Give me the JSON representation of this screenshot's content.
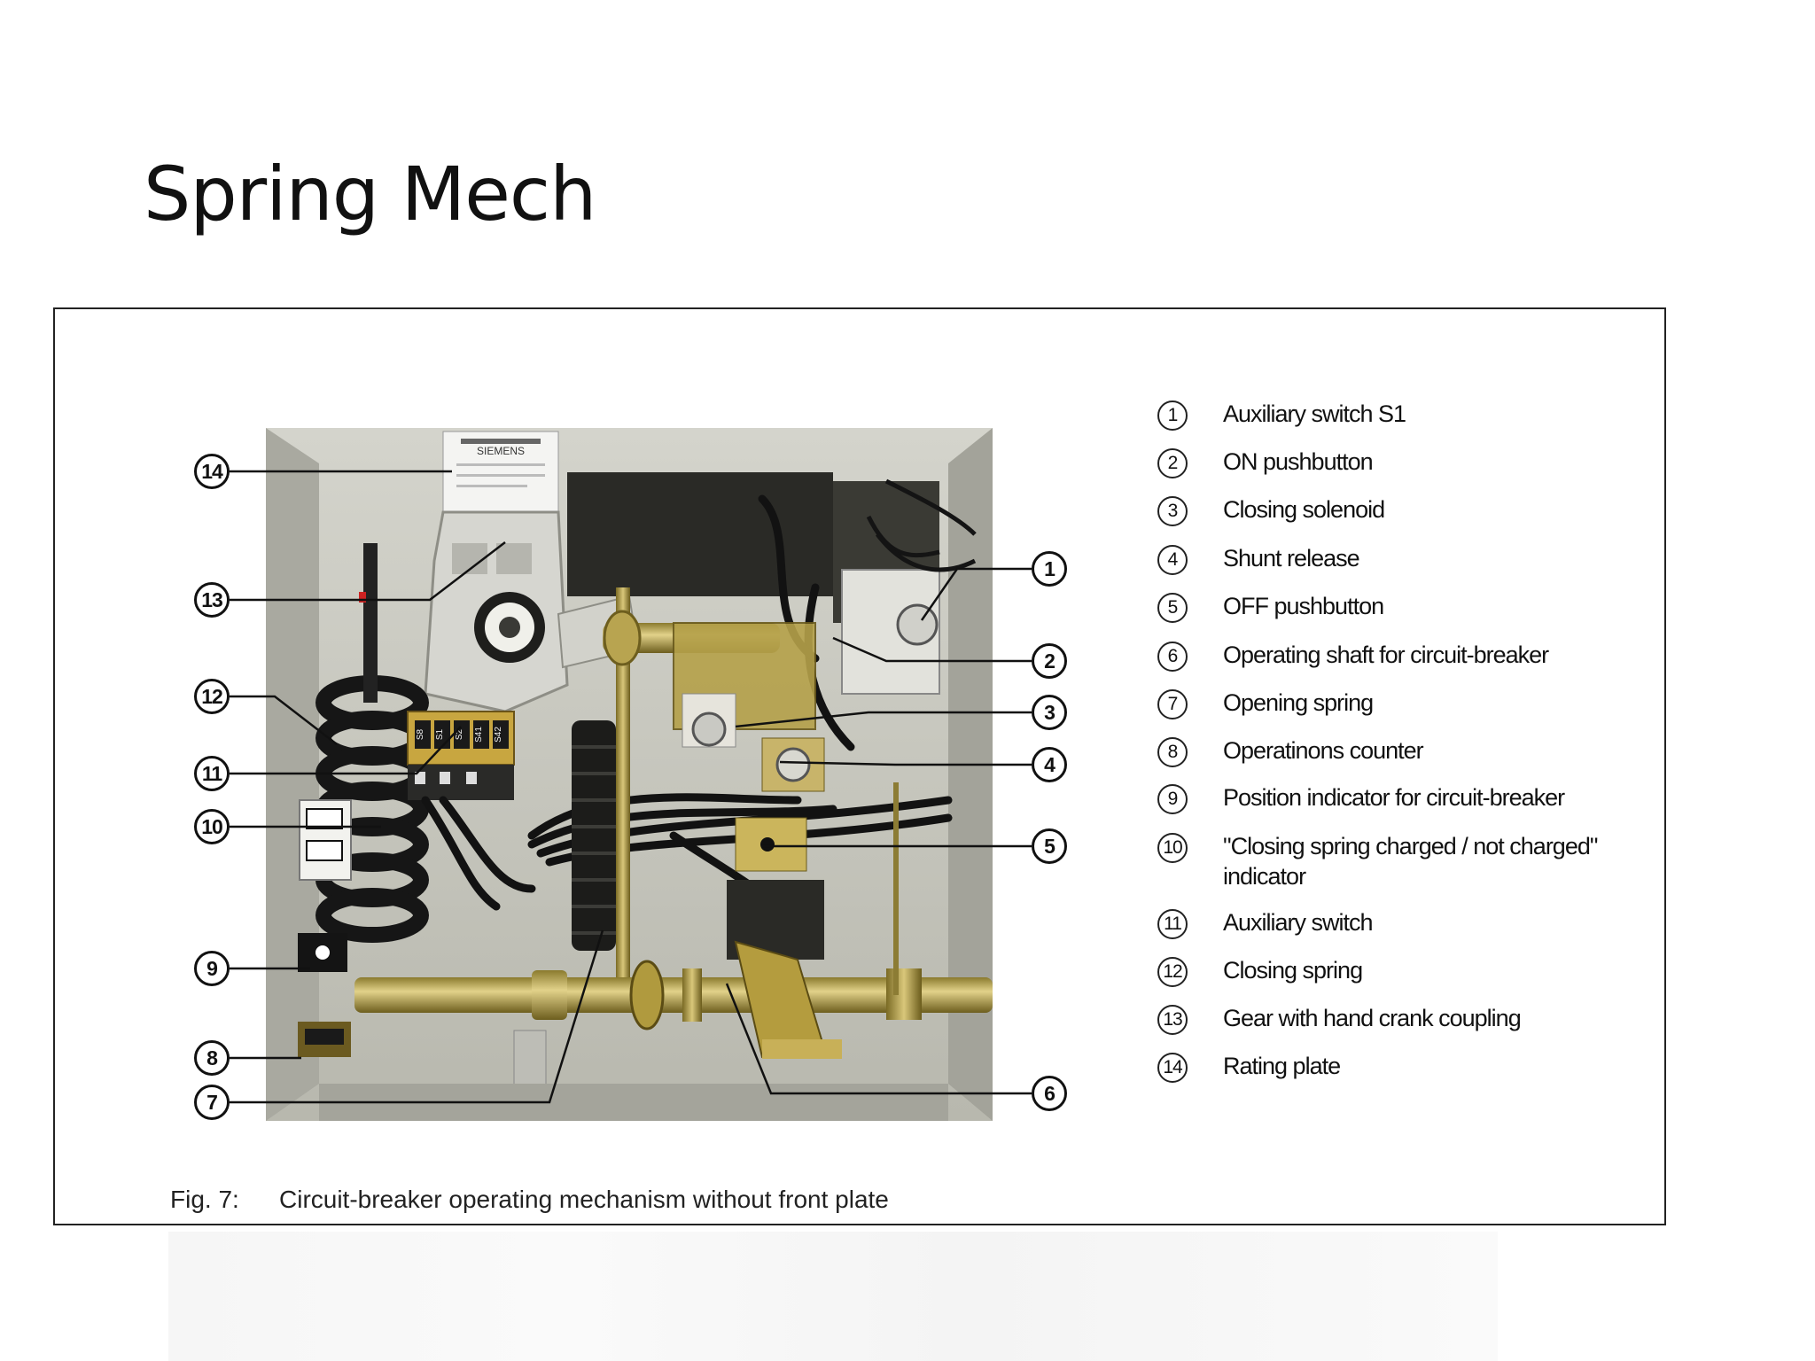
{
  "slide": {
    "title": "Spring Mech"
  },
  "figure": {
    "caption_label": "Fig. 7:",
    "caption_text": "Circuit-breaker operating mechanism without front plate",
    "photo": {
      "brand_on_plate": "SIEMENS",
      "switch_labels": [
        "S8",
        "S1",
        "S2",
        "S41",
        "S42"
      ]
    },
    "callouts": [
      "1",
      "2",
      "3",
      "4",
      "5",
      "6",
      "7",
      "8",
      "9",
      "10",
      "11",
      "12",
      "13",
      "14"
    ],
    "legend": [
      {
        "num": "1",
        "text": "Auxiliary switch S1"
      },
      {
        "num": "2",
        "text": "ON pushbutton"
      },
      {
        "num": "3",
        "text": "Closing solenoid"
      },
      {
        "num": "4",
        "text": "Shunt release"
      },
      {
        "num": "5",
        "text": "OFF pushbutton"
      },
      {
        "num": "6",
        "text": "Operating shaft for circuit-breaker"
      },
      {
        "num": "7",
        "text": "Opening spring"
      },
      {
        "num": "8",
        "text": "Operatinons counter"
      },
      {
        "num": "9",
        "text": "Position indicator for circuit-breaker"
      },
      {
        "num": "10",
        "text": "\"Closing spring charged / not charged\" indicator"
      },
      {
        "num": "11",
        "text": "Auxiliary switch"
      },
      {
        "num": "12",
        "text": "Closing spring"
      },
      {
        "num": "13",
        "text": "Gear with hand crank coupling"
      },
      {
        "num": "14",
        "text": "Rating plate"
      }
    ]
  }
}
